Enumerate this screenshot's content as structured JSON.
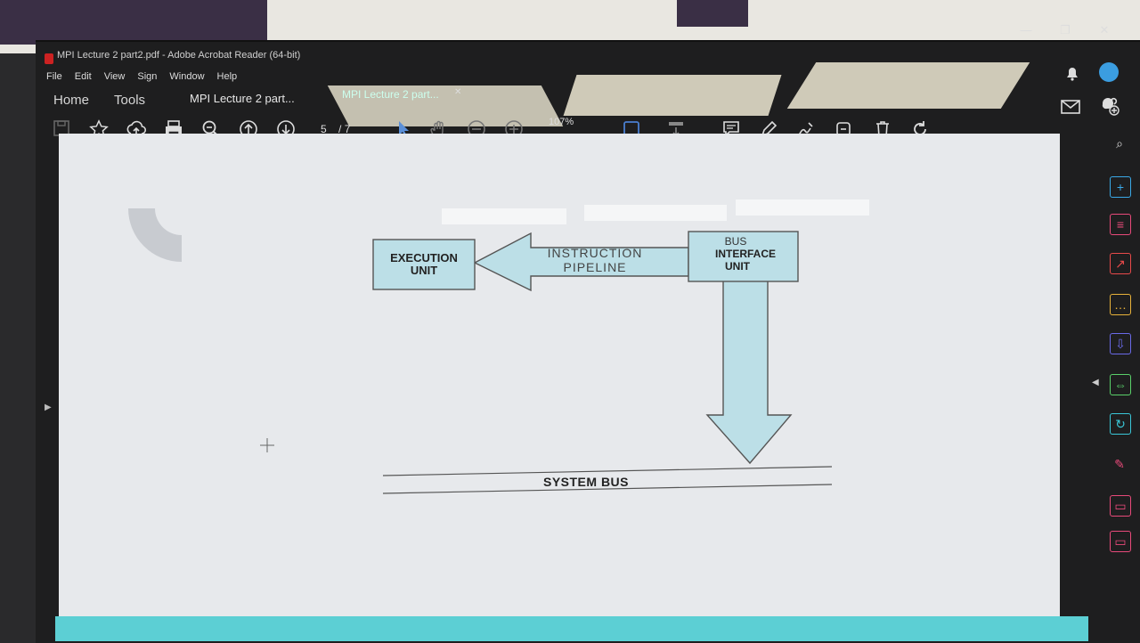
{
  "window": {
    "title": "MPI Lecture 2 part2.pdf - Adobe Acrobat Reader (64-bit)",
    "min": "—",
    "max": "❐",
    "close": "✕"
  },
  "menu": [
    "File",
    "Edit",
    "View",
    "Sign",
    "Window",
    "Help"
  ],
  "nav": {
    "home": "Home",
    "tools": "Tools"
  },
  "tabs": [
    {
      "label": "MPI Lecture 2 part..."
    },
    {
      "label": "MPI Lecture 2 part..."
    }
  ],
  "toolbar": {
    "page_current": "5",
    "page_total": "/ 7",
    "zoom": "107%"
  },
  "icons": {
    "save": "save-icon",
    "star": "star-icon",
    "upload": "cloud-upload-icon",
    "print": "print-icon",
    "zoom_search": "magnifier-icon",
    "up": "page-up-icon",
    "down": "page-down-icon",
    "select": "cursor-icon",
    "hand": "hand-icon",
    "zoom_out": "zoom-out-icon",
    "zoom_in": "zoom-in-icon"
  },
  "diagram": {
    "execution_unit": [
      "EXECUTION",
      "UNIT"
    ],
    "instruction_pipeline": [
      "INSTRUCTION",
      "PIPELINE"
    ],
    "bus_interface_unit": [
      "BUS",
      "INTERFACE",
      "UNIT"
    ],
    "system_bus": "SYSTEM BUS",
    "box_fill": "#bcdfe7",
    "box_stroke": "#555555"
  }
}
